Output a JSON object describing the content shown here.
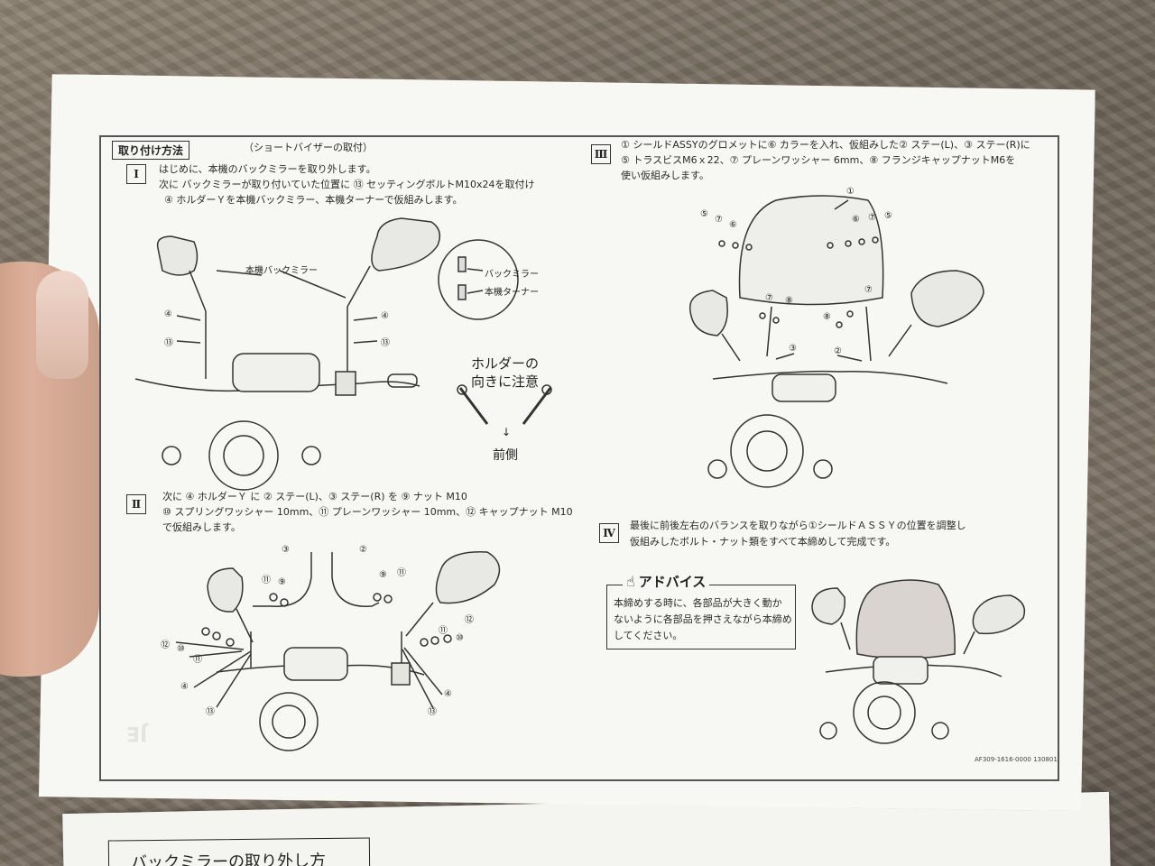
{
  "header": {
    "section_tag": "取り付け方法",
    "subtitle": "（ショートバイザーの取付）"
  },
  "step1": {
    "num": "Ⅰ",
    "lines": [
      "はじめに、本機のバックミラーを取り外します。",
      "次に バックミラーが取り付いていた位置に ⑬ セッティングボルトM10x24を取付け",
      "④ ホルダーＹを本機バックミラー、本機ターナーで仮組みします。"
    ],
    "label_mirror": "本機バックミラー",
    "callout_mirror": "バックミラー",
    "callout_turner": "本機ターナー",
    "warning_line1": "ホルダーの",
    "warning_line2": "向きに注意",
    "front_label": "前側",
    "arrow": "↓",
    "part_labels": [
      "④",
      "⑬",
      "④",
      "⑬"
    ]
  },
  "step2": {
    "num": "Ⅱ",
    "lines": [
      "次に ④ ホルダーＹ に ② ステー(L)、③ ステー(R) を ⑨ ナット M10",
      "⑩ スプリングワッシャー 10mm、⑪ プレーンワッシャー 10mm、⑫ キャップナット M10",
      "で仮組みします。"
    ],
    "part_labels": [
      "③",
      "②",
      "⑪",
      "⑨",
      "⑨",
      "⑪",
      "⑫",
      "⑫",
      "⑩",
      "⑪",
      "⑩",
      "⑪",
      "④",
      "⑬",
      "④",
      "⑬"
    ]
  },
  "step3": {
    "num": "Ⅲ",
    "lines": [
      "① シールドASSYのグロメットに⑥ カラーを入れ、仮組みした② ステー(L)、③ ステー(R)に",
      "⑤ トラスビスM6ｘ22、⑦ プレーンワッシャー 6mm、⑧ フランジキャップナットM6を",
      "使い仮組みします。"
    ],
    "part_labels": [
      "①",
      "⑤",
      "⑦",
      "⑥",
      "⑥",
      "⑦",
      "⑤",
      "⑦",
      "⑧",
      "⑧",
      "⑦",
      "③",
      "②"
    ]
  },
  "step4": {
    "num": "Ⅳ",
    "lines": [
      "最後に前後左右のバランスを取りながら①シールドＡＳＳＹの位置を調整し",
      "仮組みしたボルト・ナット類をすべて本締めして完成です。"
    ]
  },
  "advice": {
    "title": "アドバイス",
    "lines": [
      "本締めする時に、各部品が大きく動か",
      "ないように各部品を押さえながら本締め",
      "してください。"
    ]
  },
  "footer": {
    "code": "AF309-1616-0000  130801"
  },
  "next_page": {
    "title": "バックミラーの取り外し方"
  }
}
